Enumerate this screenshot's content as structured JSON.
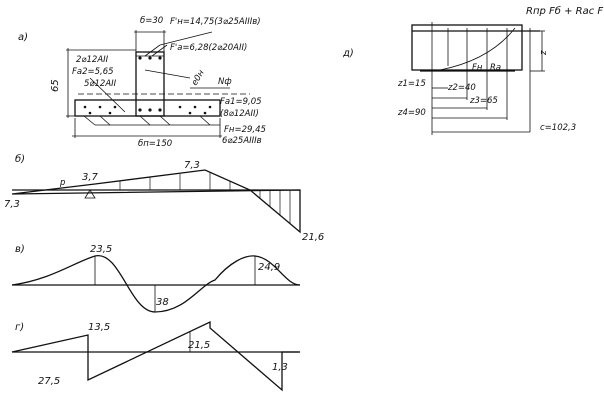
{
  "section": {
    "label": "а)",
    "web_width": "б=30",
    "Fn_top": "F'н=14,75(3⌀25АIIIв)",
    "Fa_top": "F'а=6,28(2⌀20АII)",
    "bars_left_top": "2⌀12АII",
    "Fa2": "Fа2=5,65",
    "Fa2_bars": "5⌀12АII",
    "height": "65",
    "e0n": "е0н",
    "Nf": "Nф",
    "Fa1": "Fа1=9,05",
    "Fa1_bars": "(8⌀12АII)",
    "Fn": "Fн=29,45",
    "Fn_bars": "6⌀25АIIIв",
    "flange_width": "бп=150"
  },
  "forces": {
    "label": "д)",
    "top_force": "Rпр Fб + Rас F'а",
    "z": "z",
    "Fn": "Fн",
    "Ra": "Rа",
    "z1": "z1=15",
    "z2": "z2=40",
    "z3": "z3=65",
    "z4": "z4=90",
    "c": "c=102,3"
  },
  "diagram_b": {
    "label": "б)",
    "p": "p",
    "left": "7,3",
    "v1": "3,7",
    "v2": "7,3",
    "right": "21,6"
  },
  "diagram_v": {
    "label": "в)",
    "v1": "23,5",
    "v2": "38",
    "v3": "24,9"
  },
  "diagram_g": {
    "label": "г)",
    "v1": "13,5",
    "v2": "27,5",
    "v3": "21,5",
    "v4": "1,3"
  }
}
